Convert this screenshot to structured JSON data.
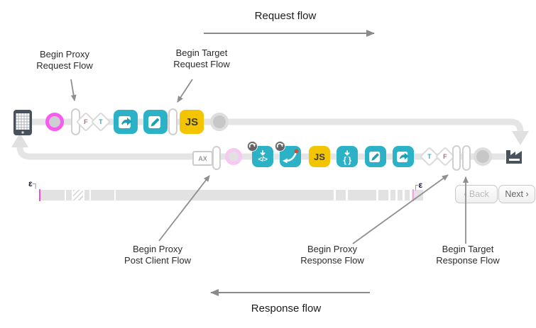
{
  "titles": {
    "request": "Request flow",
    "response": "Response flow"
  },
  "annotations": {
    "proxy_request": {
      "line1": "Begin Proxy",
      "line2": "Request Flow"
    },
    "target_request": {
      "line1": "Begin Target",
      "line2": "Request Flow"
    },
    "post_client": {
      "line1": "Begin Proxy",
      "line2": "Post Client Flow"
    },
    "proxy_response": {
      "line1": "Begin Proxy",
      "line2": "Response Flow"
    },
    "target_response": {
      "line1": "Begin Target",
      "line2": "Response Flow"
    }
  },
  "request_row": {
    "icons": [
      "phone-icon",
      "request-start-circle",
      "flow-divider",
      "condition-false-diamond",
      "condition-true-diamond",
      "callout-policy-icon",
      "assign-message-policy-icon",
      "flow-divider",
      "javascript-policy-icon",
      "segment-end-circle"
    ],
    "condition_false": "F",
    "condition_true": "T",
    "js_label": "JS"
  },
  "response_row": {
    "icons": [
      "analytics-box",
      "flow-divider",
      "response-start-circle",
      "code-policy-icon",
      "reroute-policy-icon",
      "javascript-policy-icon",
      "extract-variables-policy-icon",
      "assign-message-policy-icon",
      "callout-policy-icon",
      "condition-true-diamond",
      "condition-false-diamond",
      "flow-divider",
      "flow-divider",
      "segment-end-circle",
      "factory-icon"
    ],
    "ax_label": "AX",
    "js_label": "JS",
    "code_glyph": "</>",
    "braces_glyph": "{ }",
    "condition_true": "T",
    "condition_false": "F"
  },
  "timeline": {
    "epsilon_left": "ε",
    "bracket_left": "┐",
    "bracket_right": "┌",
    "epsilon_right": "ε"
  },
  "pager": {
    "back": "‹ Back",
    "next": "Next ›"
  },
  "colors": {
    "teal": "#2bb2c6",
    "yellow": "#f2c500",
    "pink_active": "#f75bef",
    "pink_done": "#f7c9f2",
    "flow_line": "#e5e5e5",
    "annotation_arrow": "#8f8f8f",
    "red_dot": "#e8452f"
  }
}
